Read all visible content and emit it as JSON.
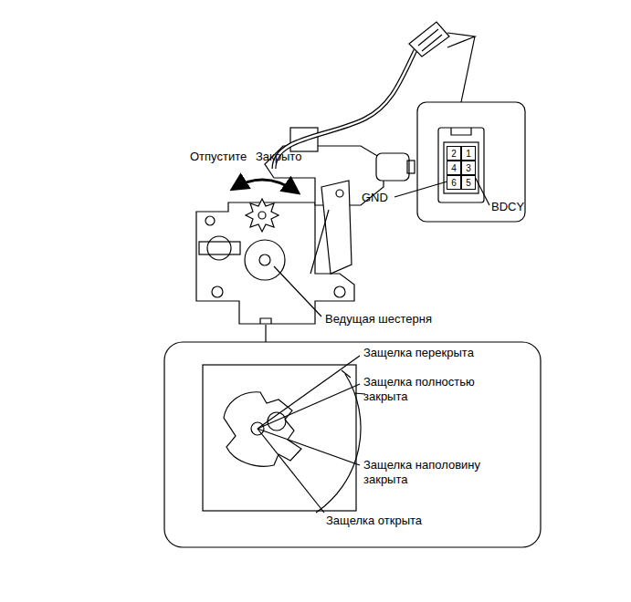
{
  "diagram": {
    "nodes": [
      {
        "text": [
          "2"
        ]
      },
      {
        "text": [
          "1"
        ]
      },
      {
        "text": [
          "4"
        ]
      },
      {
        "text": [
          "3"
        ]
      },
      {
        "text": [
          "6"
        ]
      },
      {
        "text": [
          "5"
        ]
      }
    ],
    "labels": [
      "Отпустите",
      "Закрыто",
      "GND",
      "BDCY",
      "Ведущая шестерня",
      "Защелка перекрыта",
      "Защелка полностью закрыта",
      "Защелка наполовину закрыта",
      "Защелка открыта"
    ]
  }
}
